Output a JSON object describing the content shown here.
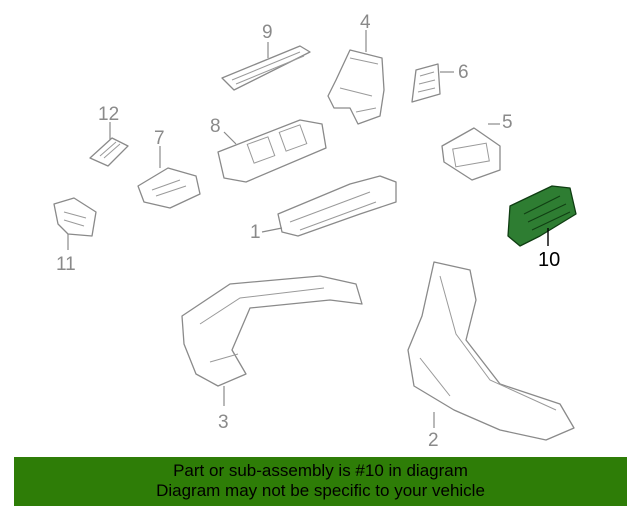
{
  "callouts": {
    "c1": "1",
    "c2": "2",
    "c3": "3",
    "c4": "4",
    "c5": "5",
    "c6": "6",
    "c7": "7",
    "c8": "8",
    "c9": "9",
    "c10": "10",
    "c11": "11",
    "c12": "12"
  },
  "highlighted_part": "10",
  "colors": {
    "highlight": "#2e7d32",
    "banner": "#2e7d07",
    "line_art": "#8a8a8a"
  },
  "banner": {
    "line1": "Part or sub-assembly is #10 in diagram",
    "line2": "Diagram may not be specific to your vehicle"
  }
}
